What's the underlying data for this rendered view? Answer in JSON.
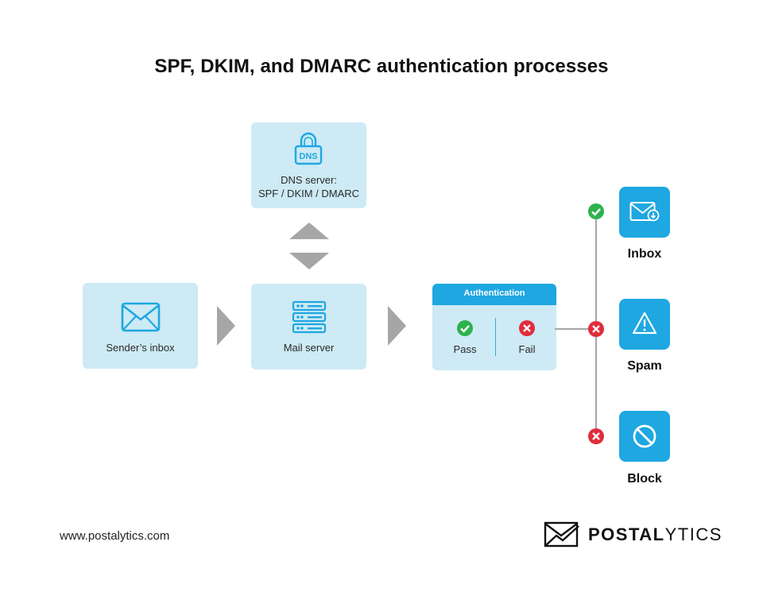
{
  "title": "SPF, DKIM, and DMARC authentication processes",
  "nodes": {
    "dns": {
      "line1": "DNS server:",
      "line2": "SPF / DKIM / DMARC",
      "icon": "dns-lock-icon",
      "badge": "DNS"
    },
    "sender": {
      "label": "Sender’s inbox",
      "icon": "envelope-icon"
    },
    "mail": {
      "label": "Mail server",
      "icon": "server-stack-icon"
    },
    "auth": {
      "header": "Authentication",
      "pass": "Pass",
      "fail": "Fail"
    }
  },
  "outcomes": [
    {
      "label": "Inbox",
      "status": "pass",
      "icon": "inbox-envelope-icon"
    },
    {
      "label": "Spam",
      "status": "fail",
      "icon": "warning-icon"
    },
    {
      "label": "Block",
      "status": "fail",
      "icon": "block-icon"
    }
  ],
  "footer": {
    "url": "www.postalytics.com",
    "brand_bold": "POSTAL",
    "brand_light": "YTICS"
  },
  "colors": {
    "box": "#cdeaf5",
    "accent": "#1ea7e1",
    "pass": "#2eb24d",
    "fail": "#e02d3d",
    "arrow": "#a6a6a6"
  }
}
